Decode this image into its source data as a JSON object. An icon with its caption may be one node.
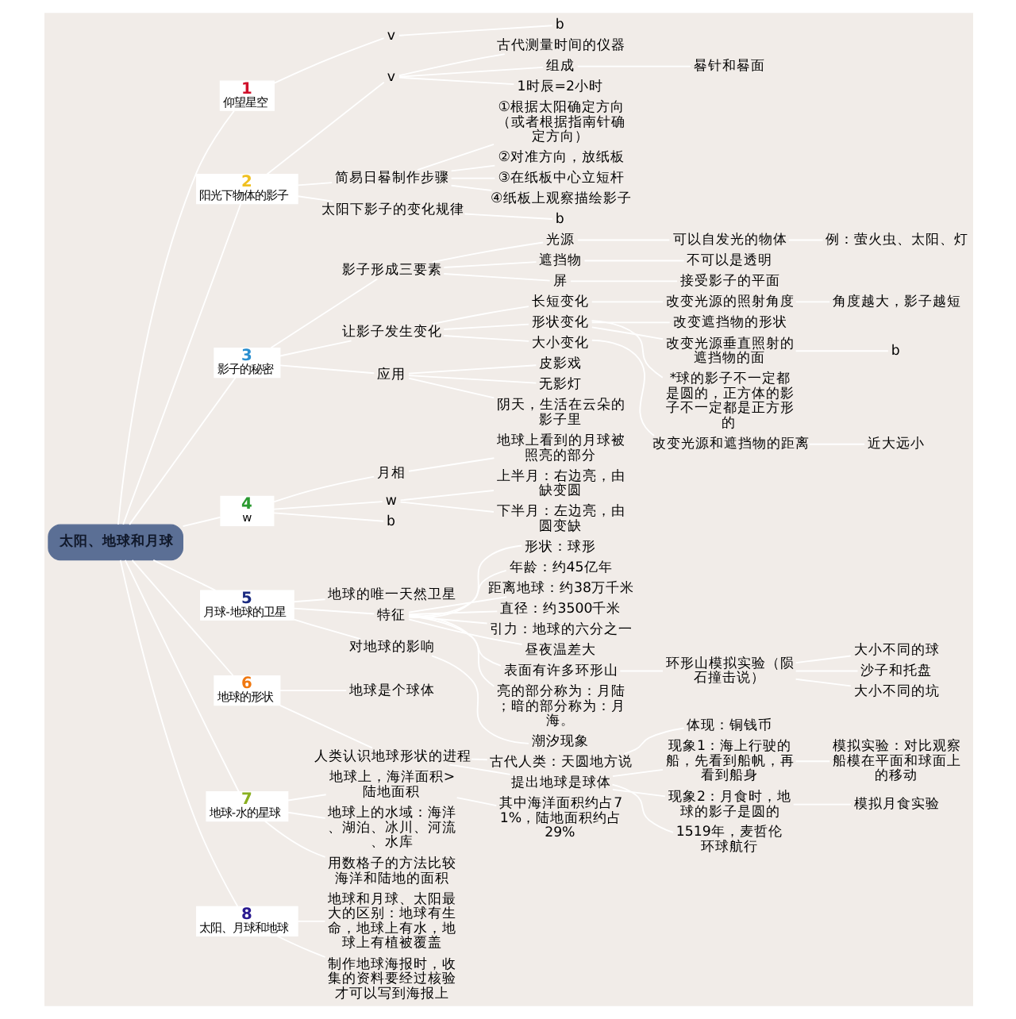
{
  "diagram": {
    "nodes": [
      {
        "text": [
          "太阳、地球和月球"
        ]
      },
      {
        "text": [
          "1",
          "仰望星空"
        ]
      },
      {
        "text": [
          "v"
        ]
      },
      {
        "text": [
          "b"
        ]
      },
      {
        "text": [
          "2",
          "阳光下物体的影子"
        ]
      },
      {
        "text": [
          "v"
        ]
      },
      {
        "text": [
          "古代测量时间的仪器"
        ]
      },
      {
        "text": [
          "组成"
        ]
      },
      {
        "text": [
          "晷针和晷面"
        ]
      },
      {
        "text": [
          "1时辰=2小时"
        ]
      },
      {
        "text": [
          "简易日晷制作步骤"
        ]
      },
      {
        "text": [
          "①根据太阳确定方向（或者根据指南针确定方向）"
        ]
      },
      {
        "text": [
          "②对准方向，放纸板"
        ]
      },
      {
        "text": [
          "③在纸板中心立短杆"
        ]
      },
      {
        "text": [
          "④纸板上观察描绘影子"
        ]
      },
      {
        "text": [
          "太阳下影子的变化规律"
        ]
      },
      {
        "text": [
          "b"
        ]
      },
      {
        "text": [
          "3",
          "影子的秘密"
        ]
      },
      {
        "text": [
          "影子形成三要素"
        ]
      },
      {
        "text": [
          "光源"
        ]
      },
      {
        "text": [
          "可以自发光的物体"
        ]
      },
      {
        "text": [
          "例：萤火虫、太阳、灯"
        ]
      },
      {
        "text": [
          "遮挡物"
        ]
      },
      {
        "text": [
          "不可以是透明"
        ]
      },
      {
        "text": [
          "屏"
        ]
      },
      {
        "text": [
          "接受影子的平面"
        ]
      },
      {
        "text": [
          "让影子发生变化"
        ]
      },
      {
        "text": [
          "长短变化"
        ]
      },
      {
        "text": [
          "改变光源的照射角度"
        ]
      },
      {
        "text": [
          "角度越大，影子越短"
        ]
      },
      {
        "text": [
          "形状变化"
        ]
      },
      {
        "text": [
          "改变遮挡物的形状"
        ]
      },
      {
        "text": [
          "改变光源垂直照射的遮挡物的面"
        ]
      },
      {
        "text": [
          "b"
        ]
      },
      {
        "text": [
          "*球的影子不一定都是圆的，正方体的影子不一定都是正方形的"
        ]
      },
      {
        "text": [
          "大小变化"
        ]
      },
      {
        "text": [
          "改变光源和遮挡物的距离"
        ]
      },
      {
        "text": [
          "近大远小"
        ]
      },
      {
        "text": [
          "应用"
        ]
      },
      {
        "text": [
          "皮影戏"
        ]
      },
      {
        "text": [
          "无影灯"
        ]
      },
      {
        "text": [
          "阴天，生活在云朵的影子里"
        ]
      },
      {
        "text": [
          "4",
          "w"
        ]
      },
      {
        "text": [
          "月相"
        ]
      },
      {
        "text": [
          "地球上看到的月球被照亮的部分"
        ]
      },
      {
        "text": [
          "w"
        ]
      },
      {
        "text": [
          "上半月：右边亮，由缺变圆"
        ]
      },
      {
        "text": [
          "下半月：左边亮，由圆变缺"
        ]
      },
      {
        "text": [
          "b"
        ]
      },
      {
        "text": [
          "5",
          "月球-地球的卫星"
        ]
      },
      {
        "text": [
          "地球的唯一天然卫星"
        ]
      },
      {
        "text": [
          "特征"
        ]
      },
      {
        "text": [
          "形状：球形"
        ]
      },
      {
        "text": [
          "年龄：约45亿年"
        ]
      },
      {
        "text": [
          "距离地球：约38万千米"
        ]
      },
      {
        "text": [
          "直径：约3500千米"
        ]
      },
      {
        "text": [
          "引力：地球的六分之一"
        ]
      },
      {
        "text": [
          "昼夜温差大"
        ]
      },
      {
        "text": [
          "表面有许多环形山"
        ]
      },
      {
        "text": [
          "环形山模拟实验（陨石撞击说）"
        ]
      },
      {
        "text": [
          "大小不同的球"
        ]
      },
      {
        "text": [
          "沙子和托盘"
        ]
      },
      {
        "text": [
          "大小不同的坑"
        ]
      },
      {
        "text": [
          "亮的部分称为：月陆；暗的部分称为：月海。"
        ]
      },
      {
        "text": [
          "对地球的影响"
        ]
      },
      {
        "text": [
          "潮汐现象"
        ]
      },
      {
        "text": [
          "6",
          "地球的形状"
        ]
      },
      {
        "text": [
          "地球是个球体"
        ]
      },
      {
        "text": [
          "人类认识地球形状的进程"
        ]
      },
      {
        "text": [
          "古代人类：天圆地方说"
        ]
      },
      {
        "text": [
          "体现：铜钱币"
        ]
      },
      {
        "text": [
          "提出地球是球体"
        ]
      },
      {
        "text": [
          "现象1：海上行驶的船，先看到船帆，再看到船身"
        ]
      },
      {
        "text": [
          "模拟实验：对比观察船模在平面和球面上的移动"
        ]
      },
      {
        "text": [
          "现象2：月食时，地球的影子是圆的"
        ]
      },
      {
        "text": [
          "模拟月食实验"
        ]
      },
      {
        "text": [
          "1519年，麦哲伦环球航行"
        ]
      },
      {
        "text": [
          "7",
          "地球-水的星球"
        ]
      },
      {
        "text": [
          "地球上，海洋面积>陆地面积"
        ]
      },
      {
        "text": [
          "其中海洋面积约占71%，陆地面积约占29%"
        ]
      },
      {
        "text": [
          "地球上的水域：海洋、湖泊、冰川、河流、水库"
        ]
      },
      {
        "text": [
          "用数格子的方法比较海洋和陆地的面积"
        ]
      },
      {
        "text": [
          "8",
          "太阳、月球和地球"
        ]
      },
      {
        "text": [
          "地球和月球、太阳最大的区别：地球有生命，地球上有水，地球上有植被覆盖"
        ]
      },
      {
        "text": [
          "制作地球海报时，收集的资料要经过核验才可以写到海报上"
        ]
      }
    ],
    "edges": [
      {
        "from": 0,
        "to": 1,
        "arrow": "none"
      },
      {
        "from": 1,
        "to": 2,
        "arrow": "none"
      },
      {
        "from": 2,
        "to": 3,
        "arrow": "none"
      },
      {
        "from": 0,
        "to": 4,
        "arrow": "none"
      },
      {
        "from": 4,
        "to": 5,
        "arrow": "none"
      },
      {
        "from": 5,
        "to": 6,
        "arrow": "none"
      },
      {
        "from": 5,
        "to": 7,
        "arrow": "none"
      },
      {
        "from": 7,
        "to": 8,
        "arrow": "none"
      },
      {
        "from": 5,
        "to": 9,
        "arrow": "none"
      },
      {
        "from": 4,
        "to": 10,
        "arrow": "none"
      },
      {
        "from": 10,
        "to": 11,
        "arrow": "none"
      },
      {
        "from": 10,
        "to": 12,
        "arrow": "none"
      },
      {
        "from": 10,
        "to": 13,
        "arrow": "none"
      },
      {
        "from": 10,
        "to": 14,
        "arrow": "none"
      },
      {
        "from": 4,
        "to": 15,
        "arrow": "none"
      },
      {
        "from": 15,
        "to": 16,
        "arrow": "none"
      },
      {
        "from": 0,
        "to": 17,
        "arrow": "none"
      },
      {
        "from": 17,
        "to": 18,
        "arrow": "none"
      },
      {
        "from": 18,
        "to": 19,
        "arrow": "none"
      },
      {
        "from": 19,
        "to": 20,
        "arrow": "none"
      },
      {
        "from": 20,
        "to": 21,
        "arrow": "none"
      },
      {
        "from": 18,
        "to": 22,
        "arrow": "none"
      },
      {
        "from": 22,
        "to": 23,
        "arrow": "none"
      },
      {
        "from": 18,
        "to": 24,
        "arrow": "none"
      },
      {
        "from": 24,
        "to": 25,
        "arrow": "none"
      },
      {
        "from": 17,
        "to": 26,
        "arrow": "none"
      },
      {
        "from": 26,
        "to": 27,
        "arrow": "none"
      },
      {
        "from": 27,
        "to": 28,
        "arrow": "none"
      },
      {
        "from": 28,
        "to": 29,
        "arrow": "none"
      },
      {
        "from": 26,
        "to": 30,
        "arrow": "none"
      },
      {
        "from": 30,
        "to": 31,
        "arrow": "none"
      },
      {
        "from": 30,
        "to": 32,
        "arrow": "none"
      },
      {
        "from": 32,
        "to": 33,
        "arrow": "none"
      },
      {
        "from": 30,
        "to": 34,
        "arrow": "none"
      },
      {
        "from": 26,
        "to": 35,
        "arrow": "none"
      },
      {
        "from": 35,
        "to": 36,
        "arrow": "none"
      },
      {
        "from": 36,
        "to": 37,
        "arrow": "none"
      },
      {
        "from": 17,
        "to": 38,
        "arrow": "none"
      },
      {
        "from": 38,
        "to": 39,
        "arrow": "none"
      },
      {
        "from": 38,
        "to": 40,
        "arrow": "none"
      },
      {
        "from": 38,
        "to": 41,
        "arrow": "none"
      },
      {
        "from": 0,
        "to": 42,
        "arrow": "none"
      },
      {
        "from": 42,
        "to": 43,
        "arrow": "none"
      },
      {
        "from": 43,
        "to": 44,
        "arrow": "none"
      },
      {
        "from": 42,
        "to": 45,
        "arrow": "none"
      },
      {
        "from": 45,
        "to": 46,
        "arrow": "none"
      },
      {
        "from": 45,
        "to": 47,
        "arrow": "none"
      },
      {
        "from": 42,
        "to": 48,
        "arrow": "none"
      },
      {
        "from": 0,
        "to": 49,
        "arrow": "none"
      },
      {
        "from": 49,
        "to": 50,
        "arrow": "none"
      },
      {
        "from": 49,
        "to": 51,
        "arrow": "none"
      },
      {
        "from": 51,
        "to": 52,
        "arrow": "none"
      },
      {
        "from": 51,
        "to": 53,
        "arrow": "none"
      },
      {
        "from": 51,
        "to": 54,
        "arrow": "none"
      },
      {
        "from": 51,
        "to": 55,
        "arrow": "none"
      },
      {
        "from": 51,
        "to": 56,
        "arrow": "none"
      },
      {
        "from": 51,
        "to": 57,
        "arrow": "none"
      },
      {
        "from": 51,
        "to": 58,
        "arrow": "none"
      },
      {
        "from": 58,
        "to": 59,
        "arrow": "none"
      },
      {
        "from": 59,
        "to": 60,
        "arrow": "none"
      },
      {
        "from": 59,
        "to": 61,
        "arrow": "none"
      },
      {
        "from": 59,
        "to": 62,
        "arrow": "none"
      },
      {
        "from": 51,
        "to": 63,
        "arrow": "none"
      },
      {
        "from": 49,
        "to": 64,
        "arrow": "none"
      },
      {
        "from": 64,
        "to": 65,
        "arrow": "none"
      },
      {
        "from": 0,
        "to": 66,
        "arrow": "none"
      },
      {
        "from": 66,
        "to": 67,
        "arrow": "none"
      },
      {
        "from": 66,
        "to": 68,
        "arrow": "none"
      },
      {
        "from": 68,
        "to": 69,
        "arrow": "none"
      },
      {
        "from": 69,
        "to": 70,
        "arrow": "none"
      },
      {
        "from": 68,
        "to": 71,
        "arrow": "none"
      },
      {
        "from": 71,
        "to": 72,
        "arrow": "none"
      },
      {
        "from": 72,
        "to": 73,
        "arrow": "none"
      },
      {
        "from": 71,
        "to": 74,
        "arrow": "none"
      },
      {
        "from": 74,
        "to": 75,
        "arrow": "none"
      },
      {
        "from": 71,
        "to": 76,
        "arrow": "none"
      },
      {
        "from": 0,
        "to": 77,
        "arrow": "none"
      },
      {
        "from": 77,
        "to": 78,
        "arrow": "none"
      },
      {
        "from": 78,
        "to": 79,
        "arrow": "none"
      },
      {
        "from": 77,
        "to": 80,
        "arrow": "none"
      },
      {
        "from": 77,
        "to": 81,
        "arrow": "none"
      },
      {
        "from": 0,
        "to": 82,
        "arrow": "none"
      },
      {
        "from": 82,
        "to": 83,
        "arrow": "none"
      },
      {
        "from": 82,
        "to": 84,
        "arrow": "none"
      }
    ]
  }
}
